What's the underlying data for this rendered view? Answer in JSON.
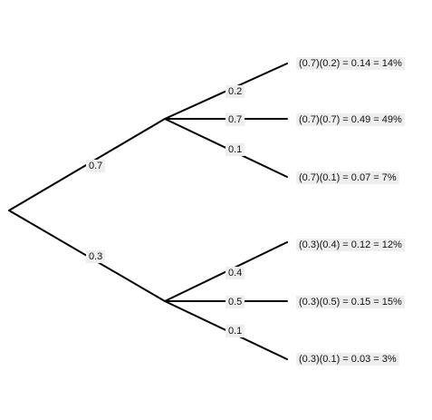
{
  "tree": {
    "root": {
      "branches": [
        {
          "probability": "0.7",
          "children": [
            {
              "probability": "0.2",
              "outcome": "(0.7)(0.2) = 0.14 = 14%"
            },
            {
              "probability": "0.7",
              "outcome": "(0.7)(0.7) = 0.49 = 49%"
            },
            {
              "probability": "0.1",
              "outcome": "(0.7)(0.1) = 0.07 = 7%"
            }
          ]
        },
        {
          "probability": "0.3",
          "children": [
            {
              "probability": "0.4",
              "outcome": "(0.3)(0.4) = 0.12 = 12%"
            },
            {
              "probability": "0.5",
              "outcome": "(0.3)(0.5) = 0.15 = 15%"
            },
            {
              "probability": "0.1",
              "outcome": "(0.3)(0.1) = 0.03 = 3%"
            }
          ]
        }
      ]
    }
  },
  "style": {
    "line_color": "#000000",
    "label_background": "#eeeeee"
  }
}
